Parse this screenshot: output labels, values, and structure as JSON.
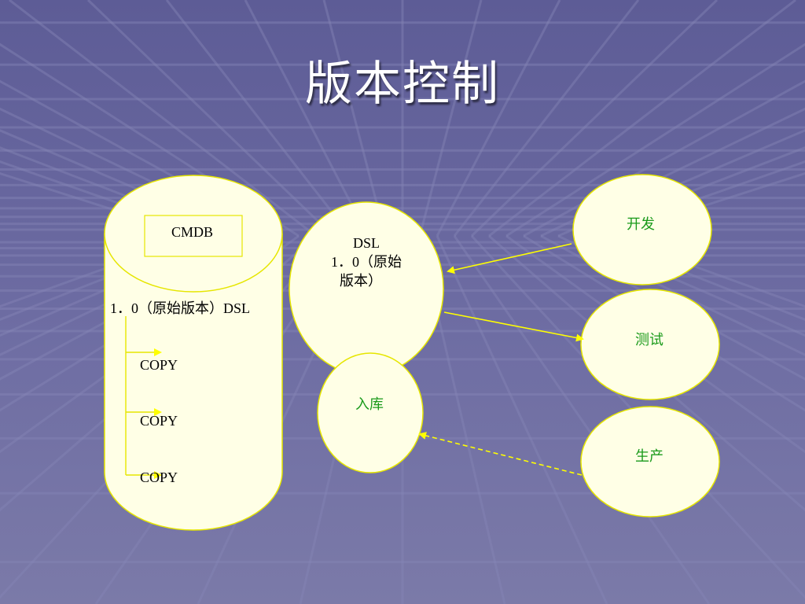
{
  "title": "版本控制",
  "cylinder": {
    "box_label": "CMDB",
    "version_label": "1．0（原始版本）DSL",
    "copies": [
      "COPY",
      "COPY",
      "COPY"
    ]
  },
  "dsl_node": {
    "line1": "DSL",
    "line2": "1．0（原始",
    "line3": "版本）"
  },
  "storage_node": {
    "label": "入库"
  },
  "stages": [
    {
      "label": "开发"
    },
    {
      "label": "测试"
    },
    {
      "label": "生产"
    }
  ],
  "colors": {
    "background_top": "#5d5c96",
    "background_bottom": "#7a7aa6",
    "shape_fill": "#ffffe6",
    "shape_stroke": "#e6e600",
    "arrow": "#ffff00",
    "text_green": "#1a9a1a"
  }
}
